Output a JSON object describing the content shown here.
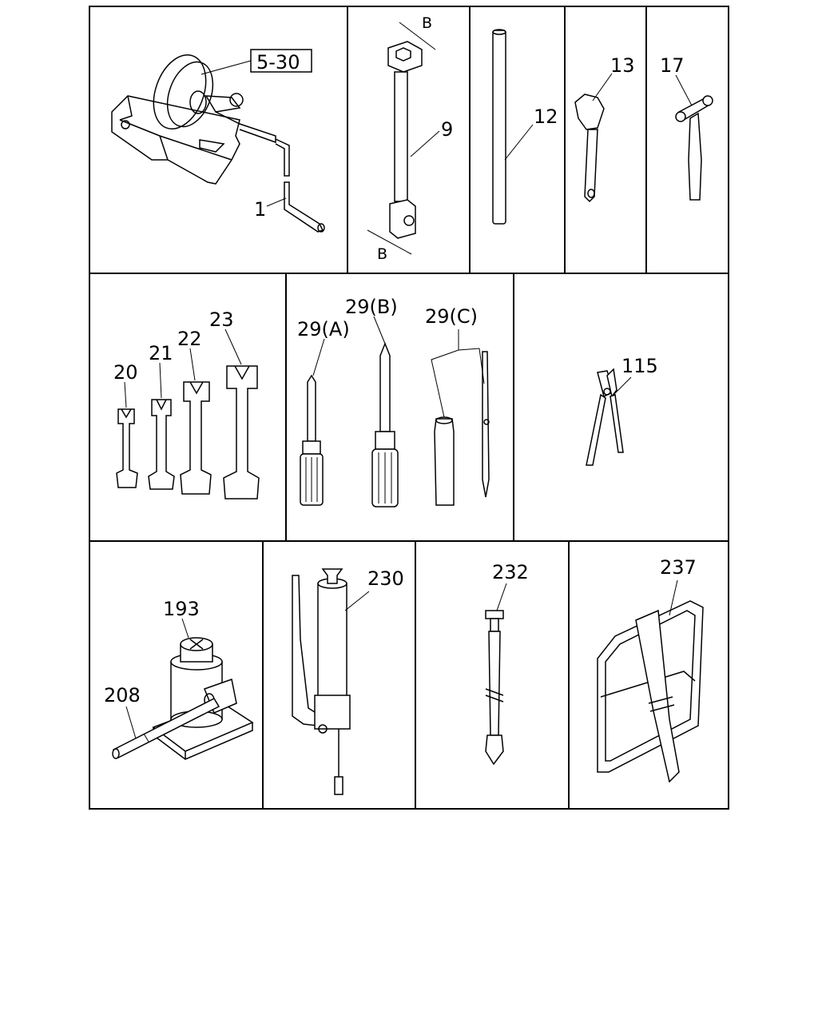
{
  "diagram": {
    "cells": [
      {
        "id": "winch-handle",
        "labels": {
          "ref": "5-30",
          "main": "1"
        }
      },
      {
        "id": "wheel-wrench",
        "labels": {
          "main": "9",
          "dim_top": "B",
          "dim_bottom": "B"
        }
      },
      {
        "id": "bar",
        "labels": {
          "main": "12"
        }
      },
      {
        "id": "adjustable-wrench",
        "labels": {
          "main": "13"
        }
      },
      {
        "id": "hammer",
        "labels": {
          "main": "17"
        }
      },
      {
        "id": "spanners",
        "labels": {
          "a": "20",
          "b": "21",
          "c": "22",
          "d": "23"
        }
      },
      {
        "id": "screwdrivers",
        "labels": {
          "a": "29(A)",
          "b": "29(B)",
          "c": "29(C)"
        }
      },
      {
        "id": "pliers",
        "labels": {
          "main": "115"
        }
      },
      {
        "id": "jack",
        "labels": {
          "jack": "193",
          "handle": "208"
        }
      },
      {
        "id": "grease-gun",
        "labels": {
          "main": "230"
        }
      },
      {
        "id": "hose",
        "labels": {
          "main": "232"
        }
      },
      {
        "id": "tool-bag",
        "labels": {
          "main": "237"
        }
      }
    ]
  }
}
